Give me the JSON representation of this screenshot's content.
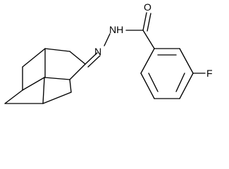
{
  "molecule": {
    "atoms": {
      "oxygen": "O",
      "hydrazide_nh": "NH",
      "hydrazone_n": "N",
      "fluorine": "F"
    },
    "colors": {
      "bond": "#000000",
      "label": "#000000",
      "background": "#ffffff"
    }
  }
}
